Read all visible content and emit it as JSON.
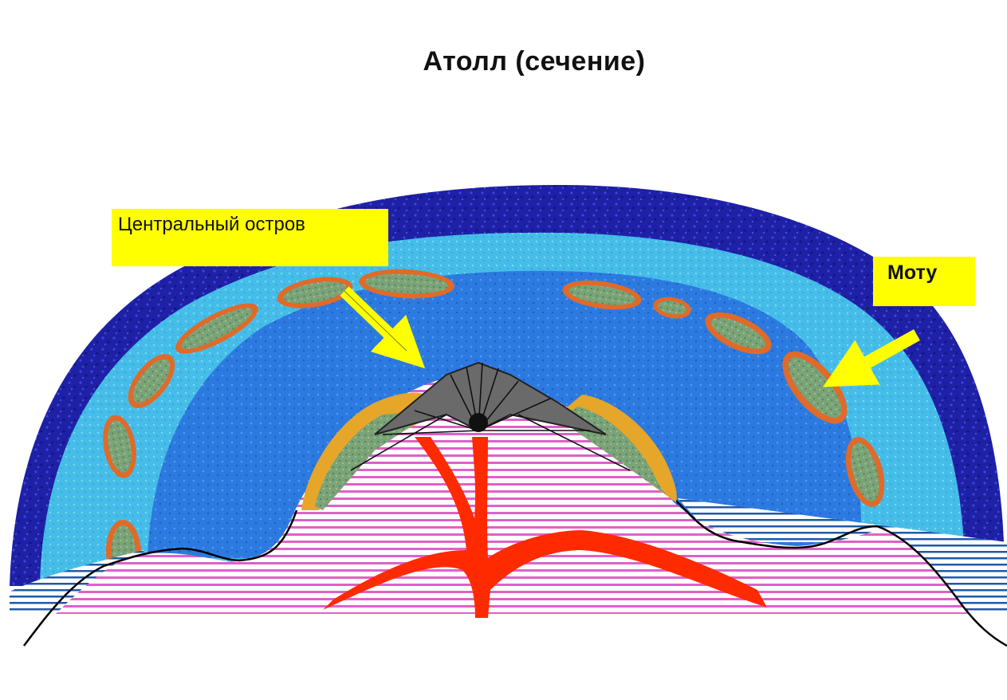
{
  "title": "Атолл (сечение)",
  "labels": {
    "central_island": "Центральный остров",
    "motu": "Моту"
  },
  "colors": {
    "ocean_deep": "#1c1ca8",
    "lagoon": "#2f7fe0",
    "shallow": "#4cc3ea",
    "island_green": "#6f9a6a",
    "island_rim": "#e06a2a",
    "magma": "#ff2a00",
    "seabed_hatch": "#e060c8",
    "sea_hatch": "#1f5aa8",
    "label_bg": "#ffff00",
    "arrow": "#ffff00",
    "volcano": "#555555"
  }
}
